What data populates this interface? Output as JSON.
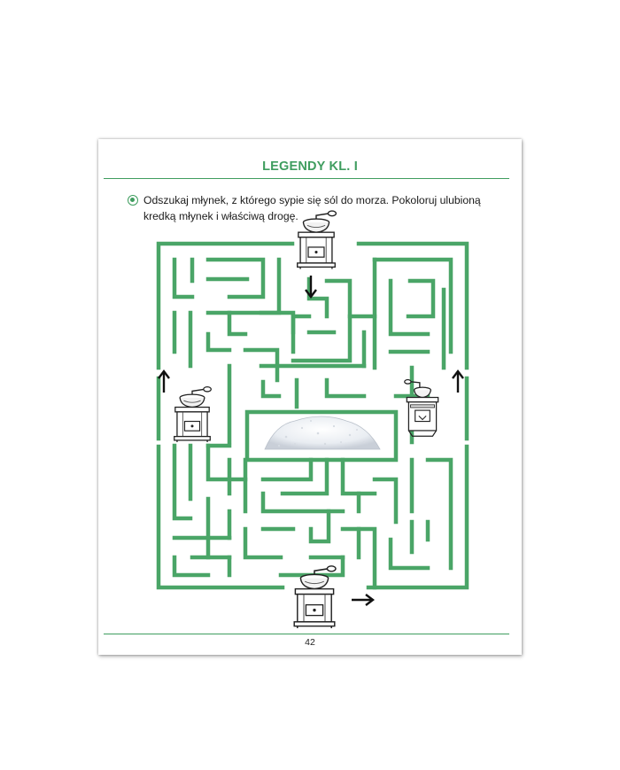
{
  "page": {
    "title": "LEGENDY KL. I",
    "instruction": "Odszukaj młynek, z którego sypie się sól do morza. Pokoloruj ulubioną kredką młynek i właściwą drogę.",
    "page_number": "42"
  },
  "colors": {
    "accent": "#3f9d5f",
    "maze": "#4aa567",
    "arrow": "#111111",
    "ink": "#222222"
  },
  "icons": {
    "grinders": [
      "grinder-top-icon",
      "grinder-left-icon",
      "grinder-right-icon",
      "grinder-bottom-icon"
    ],
    "arrows": [
      "arrow-down-icon",
      "arrow-up-left-icon",
      "arrow-up-right-icon",
      "arrow-right-icon"
    ],
    "center": "salt-pile-image"
  }
}
